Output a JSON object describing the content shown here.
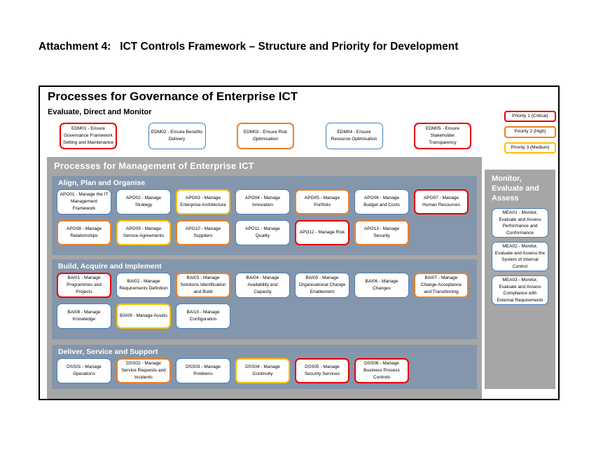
{
  "page_title": "Attachment 4:   ICT Controls Framework – Structure and Priority for Development",
  "colors": {
    "priority1": "#e60000",
    "priority2": "#e8812c",
    "priority3": "#ffc000",
    "box-border": "#4a7ebb",
    "panel-gray": "#a6a6a6",
    "section-blue": "#8496ab"
  },
  "legend": {
    "items": [
      {
        "label": "Priority 1 (Critical)",
        "priority": 1
      },
      {
        "label": "Priority 2 (High)",
        "priority": 2
      },
      {
        "label": "Priority 3 (Medium)",
        "priority": 3
      }
    ]
  },
  "governance": {
    "title": "Processes for Governance of Enterprise ICT",
    "subtitle": "Evaluate, Direct and Monitor",
    "processes": [
      {
        "label": "EDM01 - Ensure Governance Framework Setting and Maintenance",
        "priority": 1
      },
      {
        "label": "EDM02 - Ensure Benefits Delivery",
        "priority": 0
      },
      {
        "label": "EDM03 - Ensure Risk Optimisation",
        "priority": 2
      },
      {
        "label": "EDM04 - Ensure Resource Optimisation",
        "priority": 0
      },
      {
        "label": "EDM05 - Ensure Stakeholder Transparency",
        "priority": 1
      }
    ]
  },
  "management": {
    "title": "Processes for Management of Enterprise ICT",
    "sections": [
      {
        "title": "Align, Plan and Organise",
        "processes": [
          {
            "label": "APO01 - Manage the IT Management Framework",
            "priority": 0
          },
          {
            "label": "APO02 - Manage Strategy",
            "priority": 0
          },
          {
            "label": "APO03 - Manage Enterprise Architecture",
            "priority": 3
          },
          {
            "label": "APO04 - Manage Innovation",
            "priority": 0
          },
          {
            "label": "APO05 - Manage Portfolio",
            "priority": 2
          },
          {
            "label": "APO06 - Manage Budget and Costs",
            "priority": 0
          },
          {
            "label": "APO07 - Manage Human Resources",
            "priority": 1
          },
          {
            "label": "APO08 - Manage Relationships",
            "priority": 2
          },
          {
            "label": "APO09 - Manage Service Agreements",
            "priority": 3
          },
          {
            "label": "APO10 - Manage Suppliers",
            "priority": 2
          },
          {
            "label": "APO11 - Manage Quality",
            "priority": 0
          },
          {
            "label": "APO12 - Manage Risk",
            "priority": 1
          },
          {
            "label": "APO13 - Manage Security",
            "priority": 2
          }
        ]
      },
      {
        "title": "Build, Acquire and Implement",
        "processes": [
          {
            "label": "BAI01 - Manage Programmes and Projects",
            "priority": 1
          },
          {
            "label": "BAI02 - Manage Requirements Definition",
            "priority": 0
          },
          {
            "label": "BAI03 - Manage Solutions Identification and Build",
            "priority": 2
          },
          {
            "label": "BAI04 - Manage Availability and Capacity",
            "priority": 0
          },
          {
            "label": "BAI05 - Manage Organisational Change Enablement",
            "priority": 0
          },
          {
            "label": "BAI06 - Manage Changes",
            "priority": 0
          },
          {
            "label": "BAI07 - Manage Change Acceptance and Transitioning",
            "priority": 2
          },
          {
            "label": "BAI08 - Manage Knowledge",
            "priority": 0
          },
          {
            "label": "BAI09 - Manage Assets",
            "priority": 3
          },
          {
            "label": "BAI10 - Manage Configuration",
            "priority": 0
          }
        ]
      },
      {
        "title": "Deliver, Service and Support",
        "processes": [
          {
            "label": "DSS01 - Manage Operations",
            "priority": 0
          },
          {
            "label": "DSS02 - Manage Service Requests and Incidents",
            "priority": 2
          },
          {
            "label": "DSS03 - Manage Problems",
            "priority": 0
          },
          {
            "label": "DSS04 - Manage Continuity",
            "priority": 3
          },
          {
            "label": "DSS05 - Manage Security Services",
            "priority": 1
          },
          {
            "label": "DSS06 - Manage Business Process Controls",
            "priority": 1
          }
        ]
      }
    ]
  },
  "mea": {
    "title": "Monitor, Evaluate and Assess",
    "processes": [
      {
        "label": "MEA01 - Monitor, Evaluate and Assess Performance and Conformance",
        "priority": 0
      },
      {
        "label": "MEA02 - Monitor, Evaluate and Assess the System of Internal Control",
        "priority": 0
      },
      {
        "label": "MEA03 - Monitor, Evaluate and Assess Compliance with External Requirements",
        "priority": 0
      }
    ]
  }
}
